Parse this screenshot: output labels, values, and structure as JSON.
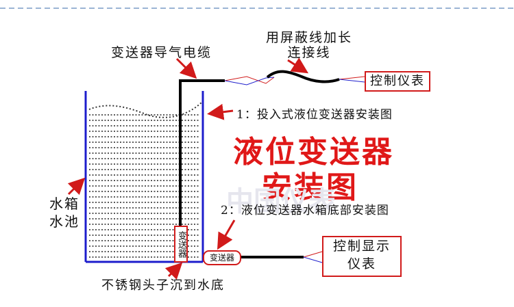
{
  "labels": {
    "cable": "变送器导气电缆",
    "extension": [
      "用屏蔽线加长",
      "连接线"
    ],
    "control_meter": "控制仪表",
    "method1": "1：投入式液位变送器安装图",
    "title": [
      "液位变送器",
      "安装图"
    ],
    "method2": "2：液位变送器水箱底部安装图",
    "tank": [
      "水箱",
      "水池"
    ],
    "transmitter_vertical": "变送器",
    "transmitter_horizontal": "变送器",
    "control_display": [
      "控制显示",
      "仪表"
    ],
    "bottom_note": "不锈钢头子沉到水底",
    "watermark": "中国仪表"
  },
  "colors": {
    "accent": "#d11a1a",
    "tank_wall": "#1d1dcc",
    "cable": "#000000",
    "header_dash": "#7a9cc6"
  }
}
